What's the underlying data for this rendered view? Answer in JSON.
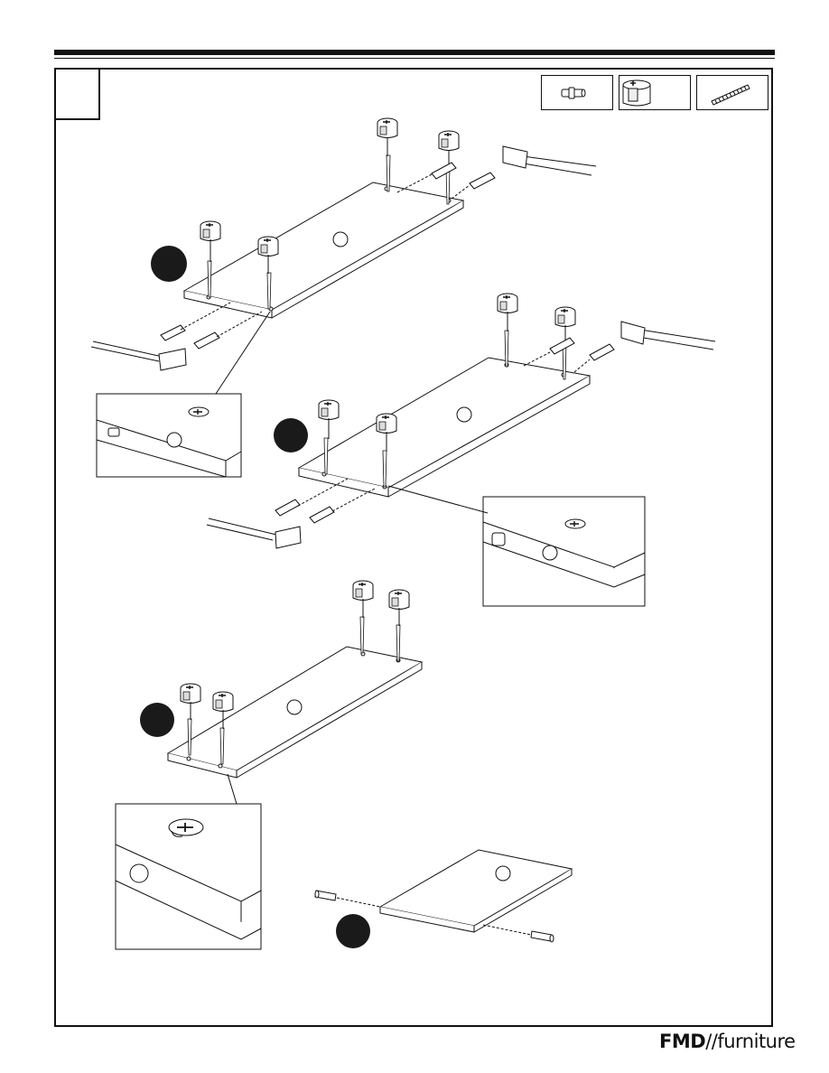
{
  "step": {
    "number": ""
  },
  "hardware": [
    {
      "name": "wood-dowel",
      "icon": "dowel-icon",
      "qty": ""
    },
    {
      "name": "cam-lock",
      "icon": "cam-lock-icon",
      "qty": ""
    },
    {
      "name": "cam-bolt",
      "icon": "screw-icon",
      "qty": ""
    }
  ],
  "panels": [
    {
      "callout": ""
    },
    {
      "callout": ""
    },
    {
      "callout": ""
    },
    {
      "callout": ""
    }
  ],
  "brand": {
    "bold": "FMD",
    "light": "//furniture"
  },
  "colors": {
    "ink": "#111111",
    "callout_fill": "#1a1a1a",
    "background": "#ffffff"
  }
}
